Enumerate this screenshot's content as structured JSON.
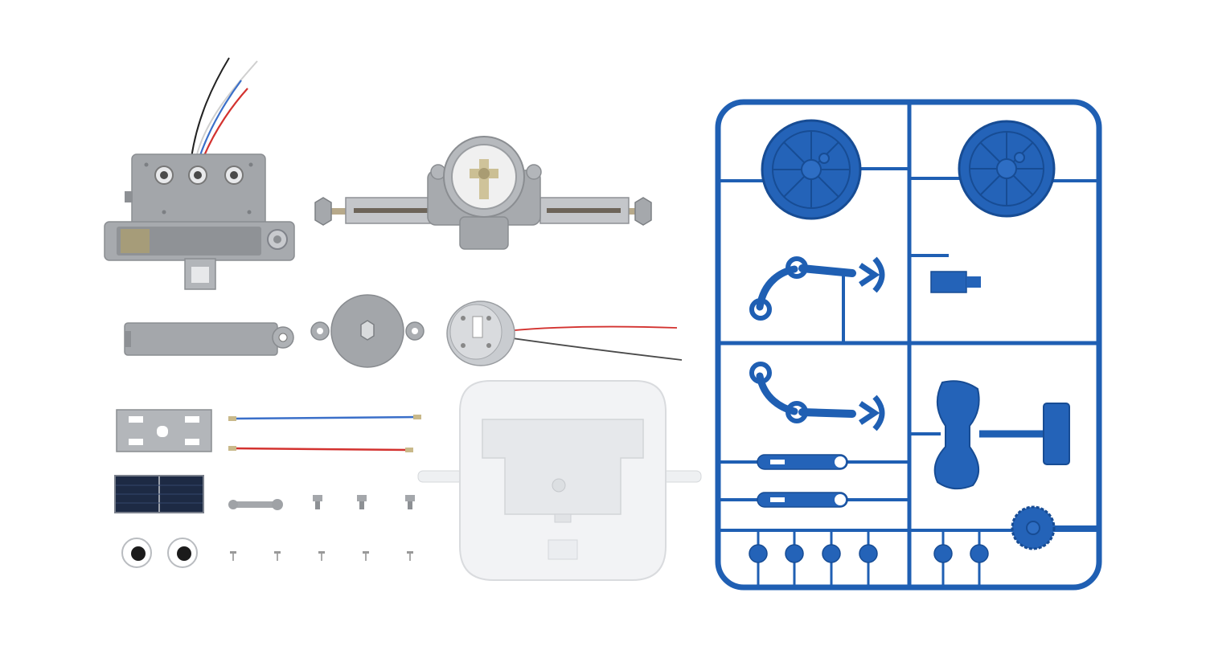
{
  "colors": {
    "background": "#ffffff",
    "gray_part": "#9b9ea2",
    "gray_light": "#c3c6ca",
    "blue_sprue": "#1f5fb3",
    "blue_dark": "#174c94",
    "wire_red": "#d3322f",
    "wire_blue": "#3a6fc9",
    "wire_black": "#333333",
    "base_white": "#f1f2f4",
    "solar_cell": "#1d2a44",
    "metal": "#cfd2d6"
  },
  "parts": {
    "solar_cells": 1,
    "googly_eyes": 2,
    "short_screws": 5,
    "mini_pegs": 3,
    "sprue_round_pegs": 6
  }
}
